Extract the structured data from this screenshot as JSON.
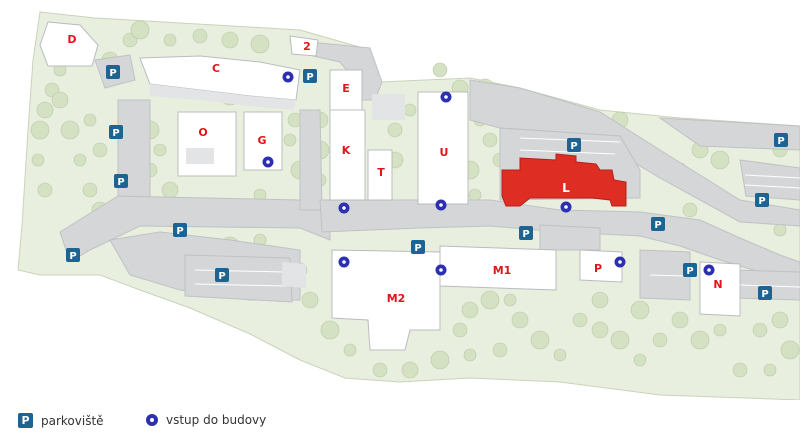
{
  "colors": {
    "grass": "#e9efdf",
    "parking": "#1e6493",
    "entrance": "#2b2fb0",
    "highlight": "#de2d22",
    "building_label": "#e0141a"
  },
  "buildings": {
    "D": "D",
    "C": "C",
    "O": "O",
    "G": "G",
    "E": "E",
    "K": "K",
    "T": "T",
    "U": "U",
    "L": "L",
    "M1": "M1",
    "M2": "M2",
    "P": "P",
    "N": "N",
    "B2": "2"
  },
  "highlighted_building": "L",
  "icons": {
    "parking": "parking-icon",
    "entrance": "entrance-icon",
    "parking_glyph": "P"
  },
  "legend": {
    "parking_label": "parkoviště",
    "entrance_label": "vstup do budovy"
  }
}
